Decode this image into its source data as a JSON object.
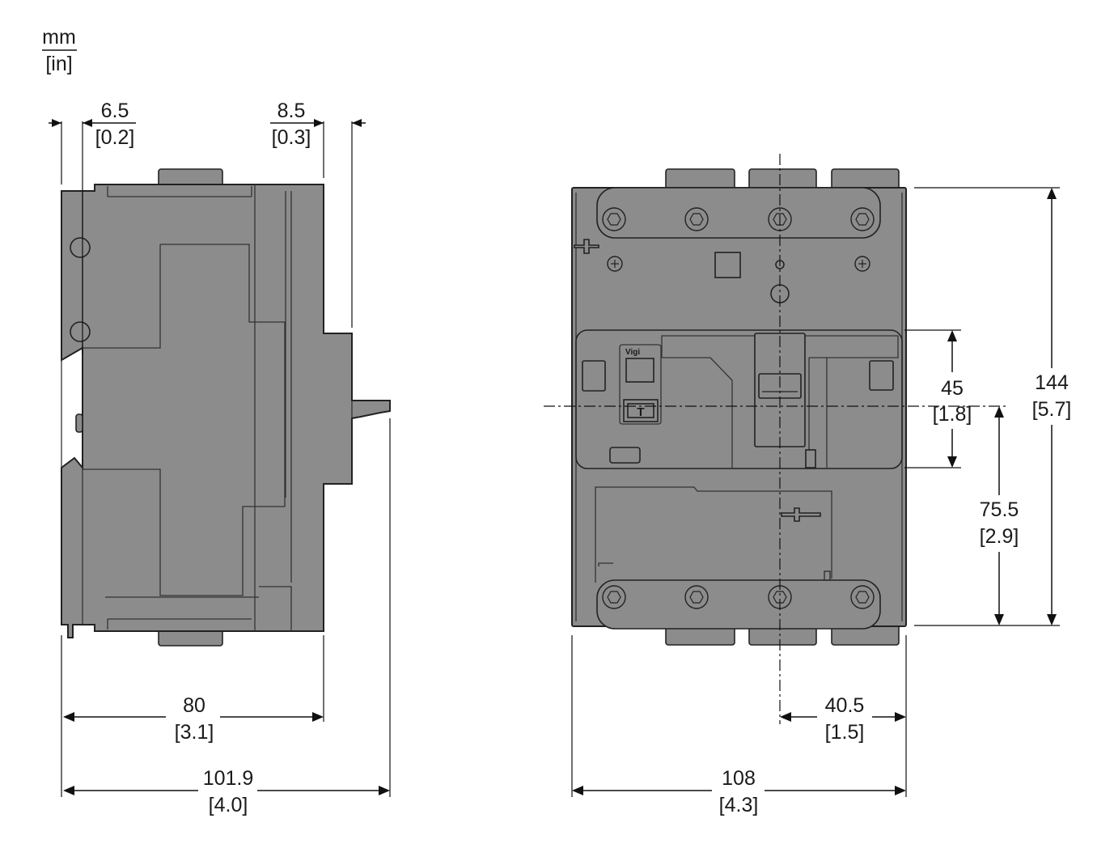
{
  "units": {
    "primary": "mm",
    "secondary": "[in]"
  },
  "side_view": {
    "dimensions": [
      {
        "id": "left-offset",
        "mm": "6.5",
        "in": "[0.2]"
      },
      {
        "id": "right-offset",
        "mm": "8.5",
        "in": "[0.3]"
      },
      {
        "id": "body-depth",
        "mm": "80",
        "in": "[3.1]"
      },
      {
        "id": "overall-depth",
        "mm": "101.9",
        "in": "[4.0]"
      }
    ]
  },
  "front_view": {
    "vigi_label": "Vigi",
    "test_button_label": "T",
    "dimensions": [
      {
        "id": "face-height",
        "mm": "45",
        "in": "[1.8]"
      },
      {
        "id": "overall-height",
        "mm": "144",
        "in": "[5.7]"
      },
      {
        "id": "center-to-bottom",
        "mm": "75.5",
        "in": "[2.9]"
      },
      {
        "id": "center-to-right",
        "mm": "40.5",
        "in": "[1.5]"
      },
      {
        "id": "overall-width",
        "mm": "108",
        "in": "[4.3]"
      }
    ]
  }
}
